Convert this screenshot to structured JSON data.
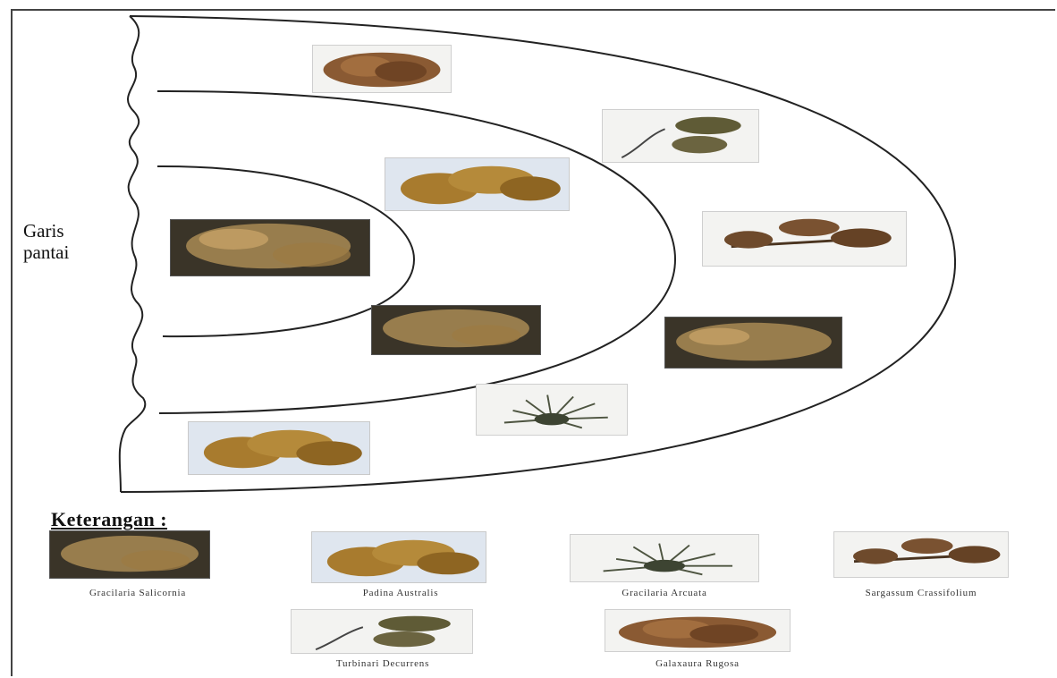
{
  "shoreline_label": [
    "Garis",
    "pantai"
  ],
  "legend": {
    "title": "Keterangan :",
    "items": [
      {
        "key": "gs",
        "label": "Gracilaria Salicornia"
      },
      {
        "key": "pa",
        "label": "Padina Australis"
      },
      {
        "key": "ga",
        "label": "Gracilaria Arcuata"
      },
      {
        "key": "sc",
        "label": "Sargassum Crassifolium"
      },
      {
        "key": "td",
        "label": "Turbinari Decurrens"
      },
      {
        "key": "gr",
        "label": "Galaxaura Rugosa"
      }
    ]
  },
  "colors": {
    "gracilaria_salicornia": "#b8955a",
    "padina_australis": "#a87b2e",
    "gracilaria_arcuata": "#4d5440",
    "sargassum_crassifolium": "#6e4a2c",
    "turbinari_decurrens": "#5f5b36",
    "galaxaura_rugosa": "#8a5a33"
  }
}
